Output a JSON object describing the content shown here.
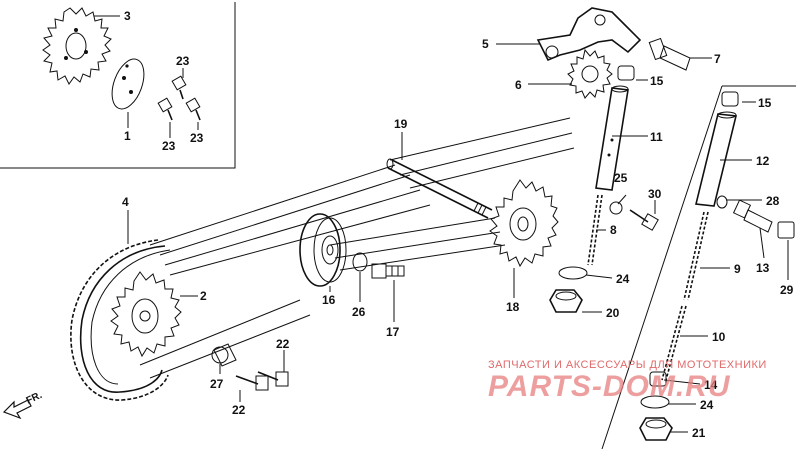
{
  "callouts": [
    {
      "id": "1",
      "label": "1"
    },
    {
      "id": "2",
      "label": "2"
    },
    {
      "id": "3",
      "label": "3"
    },
    {
      "id": "4",
      "label": "4"
    },
    {
      "id": "5",
      "label": "5"
    },
    {
      "id": "6",
      "label": "6"
    },
    {
      "id": "7",
      "label": "7"
    },
    {
      "id": "8",
      "label": "8"
    },
    {
      "id": "9",
      "label": "9"
    },
    {
      "id": "10",
      "label": "10"
    },
    {
      "id": "11",
      "label": "11"
    },
    {
      "id": "12",
      "label": "12"
    },
    {
      "id": "13",
      "label": "13"
    },
    {
      "id": "14",
      "label": "14"
    },
    {
      "id": "15a",
      "label": "15"
    },
    {
      "id": "15b",
      "label": "15"
    },
    {
      "id": "16",
      "label": "16"
    },
    {
      "id": "17",
      "label": "17"
    },
    {
      "id": "18",
      "label": "18"
    },
    {
      "id": "19",
      "label": "19"
    },
    {
      "id": "20",
      "label": "20"
    },
    {
      "id": "21",
      "label": "21"
    },
    {
      "id": "22a",
      "label": "22"
    },
    {
      "id": "22b",
      "label": "22"
    },
    {
      "id": "23a",
      "label": "23"
    },
    {
      "id": "23b",
      "label": "23"
    },
    {
      "id": "23c",
      "label": "23"
    },
    {
      "id": "24a",
      "label": "24"
    },
    {
      "id": "24b",
      "label": "24"
    },
    {
      "id": "25",
      "label": "25"
    },
    {
      "id": "26",
      "label": "26"
    },
    {
      "id": "27",
      "label": "27"
    },
    {
      "id": "28",
      "label": "28"
    },
    {
      "id": "29",
      "label": "29"
    },
    {
      "id": "30",
      "label": "30"
    }
  ],
  "direction_marker": {
    "label": "FR."
  },
  "watermark": {
    "tagline": "ЗАПЧАСТИ И АКСЕССУАРЫ ДЛЯ МОТОТЕХНИКИ",
    "brand": "PARTS-DOM.RU"
  },
  "colors": {
    "line": "#111111",
    "watermark": "#e06a6a"
  }
}
